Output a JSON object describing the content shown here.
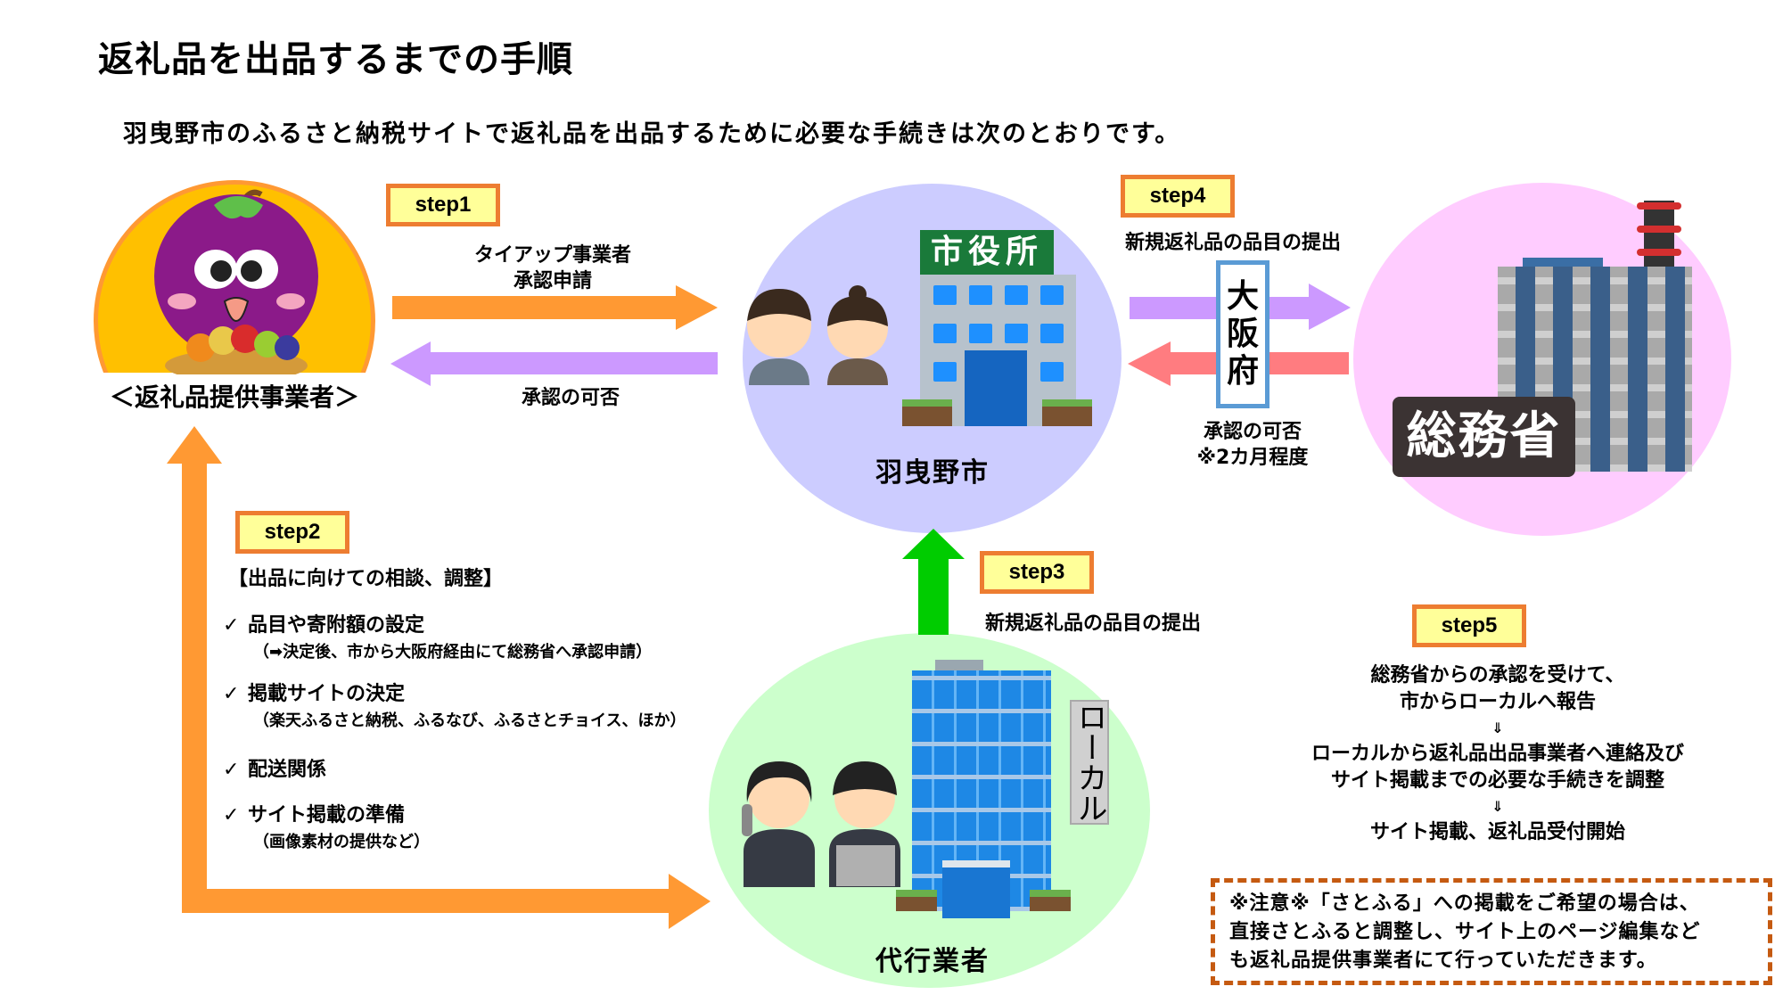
{
  "title": "返礼品を出品するまでの手順",
  "lead": "羽曳野市のふるさと納税サイトで返礼品を出品するために必要な手続きは次のとおりです。",
  "colors": {
    "step_fill": "#ffff99",
    "step_border": "#ed7d31",
    "arrow_orange": "#ff9933",
    "arrow_purple": "#cc99ff",
    "arrow_salmon": "#ff7c80",
    "arrow_green": "#00cc00",
    "city_circle": "#ccccff",
    "ministry_circle": "#ffccff",
    "agency_circle": "#ccffcc",
    "provider_circle": "#ffc000",
    "osaka_border": "#5b9bd5",
    "notice_border": "#c55a11"
  },
  "nodes": {
    "provider": {
      "label": "＜返礼品提供事業者＞",
      "icon": "mascot-with-fruit-basket"
    },
    "city": {
      "label": "羽曳野市",
      "sign": "市役所",
      "icon": "city-hall-building"
    },
    "ministry": {
      "label": "総務省",
      "icon": "ministry-building"
    },
    "agency": {
      "label": "代行業者",
      "sign": "ローカル",
      "icon": "office-building"
    },
    "osaka": {
      "chars": [
        "大",
        "阪",
        "府"
      ]
    }
  },
  "steps": {
    "step1": {
      "label": "step1",
      "forward_text": [
        "タイアップ事業者",
        "承認申請"
      ],
      "return_text": "承認の可否"
    },
    "step2": {
      "label": "step2",
      "heading": "【出品に向けての相談、調整】",
      "items": [
        {
          "check": "✓",
          "main": "品目や寄附額の設定",
          "sub": "（➡決定後、市から大阪府経由にて総務省へ承認申請）"
        },
        {
          "check": "✓",
          "main": "掲載サイトの決定",
          "sub": "（楽天ふるさと納税、ふるなび、ふるさとチョイス、ほか）"
        },
        {
          "check": "✓",
          "main": "配送関係",
          "sub": ""
        },
        {
          "check": "✓",
          "main": "サイト掲載の準備",
          "sub": "（画像素材の提供など）"
        }
      ]
    },
    "step3": {
      "label": "step3",
      "text": "新規返礼品の品目の提出"
    },
    "step4": {
      "label": "step4",
      "forward_text": "新規返礼品の品目の提出",
      "return_text": [
        "承認の可否",
        "※2カ月程度"
      ]
    },
    "step5": {
      "label": "step5",
      "lines": [
        "総務省からの承認を受けて、",
        "市からローカルへ報告",
        "⇓",
        "ローカルから返礼品出品事業者へ連絡及び",
        "サイト掲載までの必要な手続きを調整",
        "⇓",
        "サイト掲載、返礼品受付開始"
      ]
    }
  },
  "notice": [
    "※注意※「さとふる」への掲載をご希望の場合は、",
    "直接さとふると調整し、サイト上のページ編集など",
    "も返礼品提供事業者にて行っていただきます。"
  ]
}
